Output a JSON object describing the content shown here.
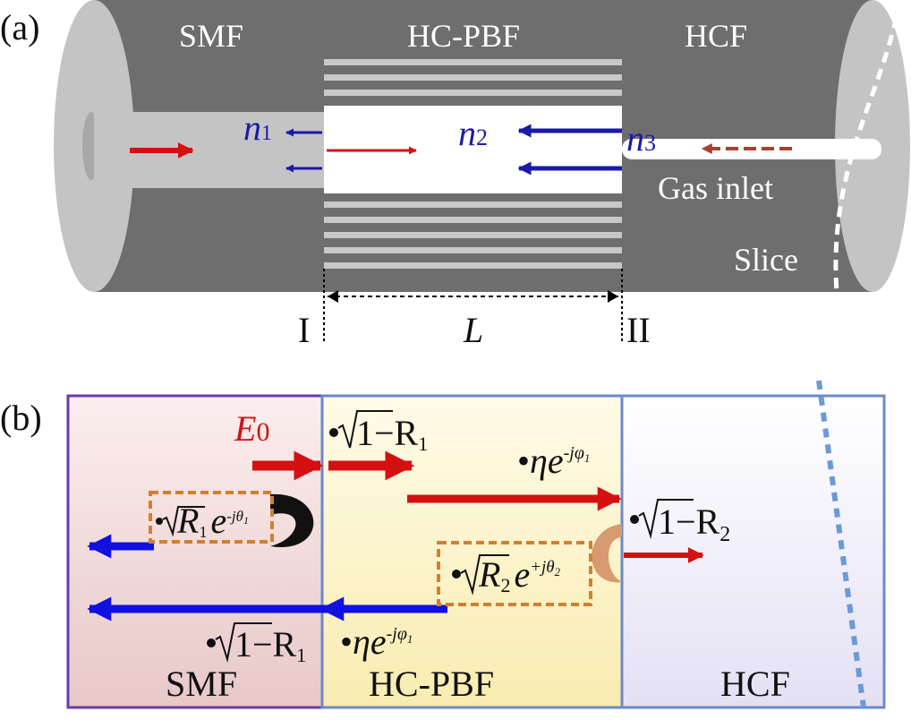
{
  "panel_a": {
    "label": "(a)",
    "sections": [
      "SMF",
      "HC-PBF",
      "HCF"
    ],
    "n1": {
      "base": "n",
      "sub": "1"
    },
    "n2": {
      "base": "n",
      "sub": "2"
    },
    "n3": {
      "base": "n",
      "sub": "3"
    },
    "gas_inlet": "Gas inlet",
    "slice": "Slice",
    "interface_1": "I",
    "interface_2": "II",
    "length": "L"
  },
  "panel_b": {
    "label": "(b)",
    "sections": [
      "SMF",
      "HC-PBF",
      "HCF"
    ],
    "input_field": {
      "base": "E",
      "sub": "0"
    },
    "trans_1": {
      "radicand": "1−R",
      "sub": "1"
    },
    "prop_fwd": {
      "base": "ηe",
      "sup": "-jφ",
      "supsub": "1"
    },
    "refl_1": {
      "radicand": "R",
      "sub": "1",
      "exp_base": "e",
      "sup": "-jθ",
      "supsub": "1"
    },
    "trans_2": {
      "radicand": "1−R",
      "sub": "2"
    },
    "refl_2": {
      "radicand": "R",
      "sub": "2",
      "exp_base": "e",
      "sup": "+jθ",
      "supsub": "2"
    },
    "prop_back": {
      "base": "ηe",
      "sup": "-jφ",
      "supsub": "1"
    },
    "trans_1_back": {
      "radicand": "1−R",
      "sub": "1"
    }
  },
  "colors": {
    "red": "#d41010",
    "blue": "#1010e0",
    "dark_blue": "#1a1aa8",
    "orange_dash": "#d08030"
  }
}
